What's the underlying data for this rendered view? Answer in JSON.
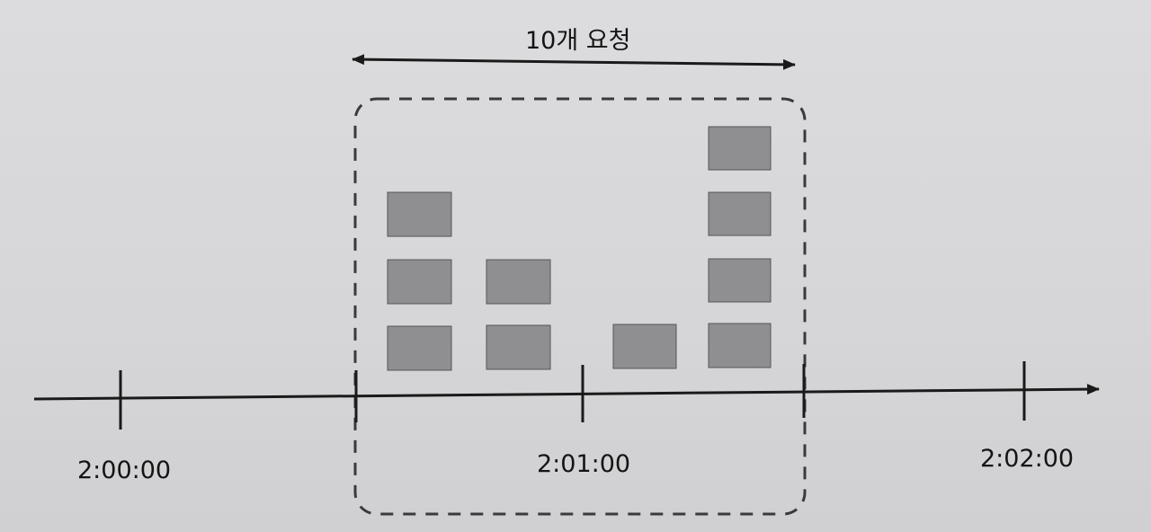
{
  "window": {
    "label": "10개 요청",
    "request_count": 10
  },
  "timeline": {
    "ticks": [
      "2:00:00",
      "2:01:00",
      "2:02:00"
    ]
  },
  "requests": {
    "column_counts": [
      3,
      2,
      1,
      4
    ]
  },
  "colors": {
    "request_block": "#8f8f91",
    "ink": "#1a1a1a",
    "background": "#d9d9db"
  }
}
